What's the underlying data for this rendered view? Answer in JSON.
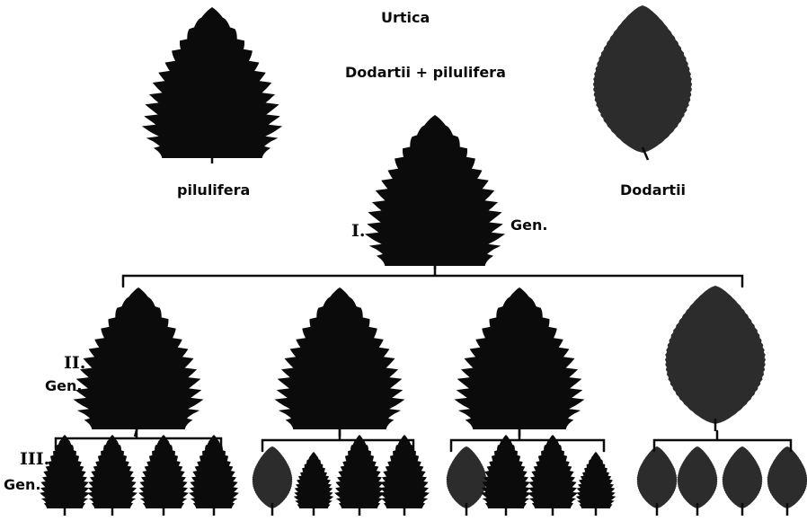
{
  "title": "Urtica",
  "cross_label": "Dodartii + pilulifera",
  "parents": [
    {
      "name": "pilulifera",
      "leaf": "pilulifera-leaf"
    },
    {
      "name": "Dodartii",
      "leaf": "dodartii-leaf"
    }
  ],
  "generations": [
    {
      "numeral": "I.",
      "gen_label": "Gen.",
      "leaves": [
        "pilulifera"
      ]
    },
    {
      "numeral": "II.",
      "gen_label": "Gen.",
      "leaves": [
        "pilulifera",
        "pilulifera",
        "pilulifera",
        "dodartii"
      ]
    },
    {
      "numeral": "III.",
      "gen_label": "Gen.",
      "groups": [
        [
          "pilulifera",
          "pilulifera",
          "pilulifera",
          "pilulifera"
        ],
        [
          "dodartii",
          "pilulifera",
          "pilulifera",
          "pilulifera"
        ],
        [
          "dodartii",
          "pilulifera",
          "pilulifera",
          "pilulifera"
        ],
        [
          "dodartii",
          "dodartii",
          "dodartii",
          "dodartii"
        ]
      ]
    }
  ],
  "colors": {
    "ink": "#0b0b0b",
    "dodartii_fill": "#2c2c2c",
    "background": "#ffffff"
  }
}
